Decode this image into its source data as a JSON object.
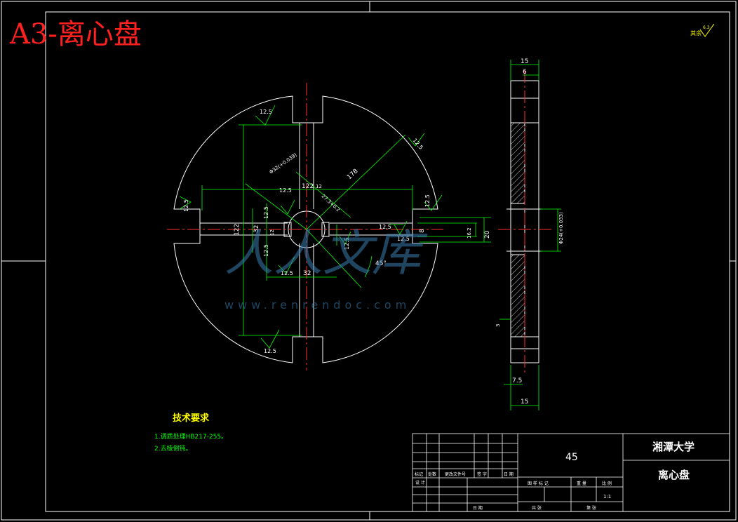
{
  "title": "A3-离心盘",
  "surface_roughness_general": {
    "label": "其余",
    "value": "6.3"
  },
  "roughness_values": [
    "12.5",
    "12.5",
    "12.5",
    "12.5",
    "12.5",
    "12.5",
    "12.5",
    "12.5",
    "12.5",
    "12.5",
    "12.5",
    "12.5"
  ],
  "front_view_dims": {
    "d122_h": "122",
    "d122_v": "122",
    "d32_h": "32",
    "d32_v": "32",
    "d12_a": "12",
    "d12_b": "12",
    "r178": "178",
    "phi": "Φ32(+0.039)",
    "d27": "27.3+0.2",
    "angle": "45°",
    "d16": "16.2",
    "d20": "20",
    "d8": "8"
  },
  "side_view_dims": {
    "top15": "15",
    "top6": "6",
    "bottom15": "15",
    "d7_5": "7.5",
    "phi": "Φ24(+0.033)",
    "small": "3"
  },
  "watermark": {
    "brand": "人人文库",
    "url": "www.renrendoc.com"
  },
  "tech_requirements": {
    "heading": "技术要求",
    "items": [
      "1.调质处理HB217-255。",
      "2.去棱倒钝。"
    ]
  },
  "title_block": {
    "material": "45",
    "school": "湘潭大学",
    "part_name": "离心盘",
    "scale": "1:1",
    "rev_headers": [
      "标记",
      "处数",
      "更改文件号",
      "签  字",
      "日  期"
    ],
    "design_label": "设 计",
    "date_label": "日 期",
    "stage_headers": [
      "图 样 标 记",
      "重 量",
      "比 例"
    ],
    "sheet_labels": [
      "共   张",
      "第   张"
    ]
  }
}
